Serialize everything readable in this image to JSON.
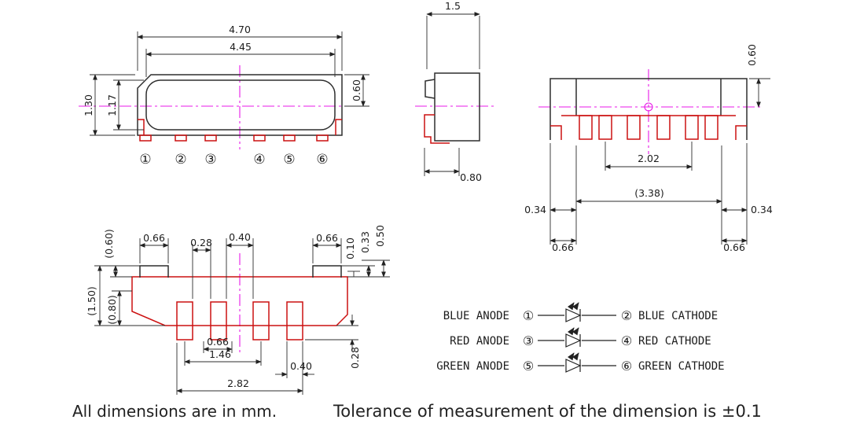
{
  "top_view": {
    "d470": "4.70",
    "d445": "4.45",
    "d130": "1.30",
    "d117": "1.17",
    "d060": "0.60",
    "pins": [
      "①",
      "②",
      "③",
      "④",
      "⑤",
      "⑥"
    ]
  },
  "side_view": {
    "d15": "1.5",
    "d080": "0.80"
  },
  "front_view": {
    "d060": "0.60",
    "d202": "2.02",
    "d338": "(3.38)",
    "d034l": "0.34",
    "d034r": "0.34",
    "d066l": "0.66",
    "d066r": "0.66"
  },
  "bottom_view": {
    "d060p": "(0.60)",
    "d066a": "0.66",
    "d028": "0.28",
    "d040a": "0.40",
    "d066b": "0.66",
    "d010": "0.10",
    "d033": "0.33",
    "d050": "0.50",
    "d150p": "(1.50)",
    "d080p": "(0.80)",
    "d066c": "0.66",
    "d146": "1.46",
    "d040b": "0.40",
    "d282": "2.82",
    "d028b": "0.28"
  },
  "circuit": {
    "rows": [
      {
        "left_label": "BLUE ANODE",
        "left_pin": "①",
        "right_pin": "②",
        "right_label": "BLUE CATHODE"
      },
      {
        "left_label": "RED ANODE",
        "left_pin": "③",
        "right_pin": "④",
        "right_label": "RED CATHODE"
      },
      {
        "left_label": "GREEN ANODE",
        "left_pin": "⑤",
        "right_pin": "⑥",
        "right_label": "GREEN CATHODE"
      }
    ]
  },
  "footer": {
    "note_units": "All dimensions are in mm.",
    "note_tolerance": "Tolerance of measurement of the dimension is ±0.1"
  },
  "colors": {
    "part_outline": "#2e2e2e",
    "pad_red": "#cc1010",
    "centerline_magenta": "#e818e8"
  }
}
